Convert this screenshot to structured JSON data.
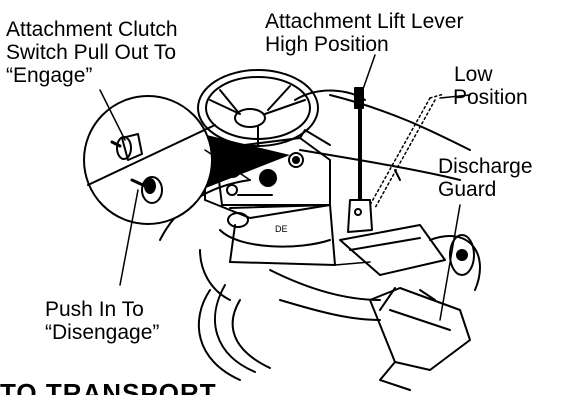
{
  "labels": {
    "clutch_line1": "Attachment Clutch",
    "clutch_line2": "Switch Pull Out To",
    "clutch_line3": "“Engage”",
    "lift_line1": "Attachment Lift Lever",
    "lift_line2": "High Position",
    "low_line1": "Low",
    "low_line2": "Position",
    "guard_line1": "Discharge",
    "guard_line2": "Guard",
    "push_line1": "Push In To",
    "push_line2": "“Disengage”"
  },
  "section_heading": "TO TRANSPORT",
  "colors": {
    "ink": "#000000",
    "paper": "#ffffff"
  }
}
